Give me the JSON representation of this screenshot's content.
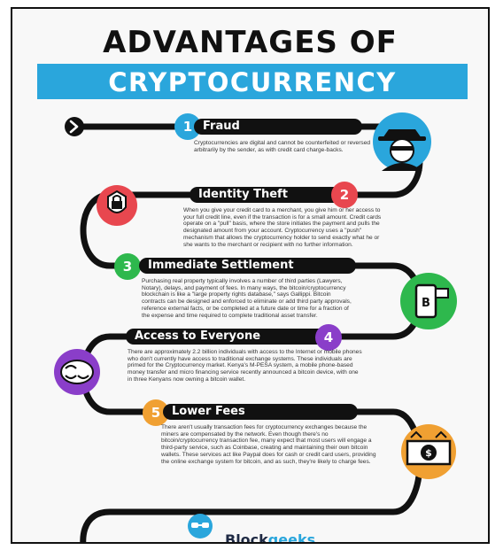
{
  "title": {
    "line1": "ADVANTAGES OF",
    "line2": "CRYPTOCURRENCY"
  },
  "items": [
    {
      "number": "1",
      "heading": "Fraud",
      "body": "Cryptocurrencies are digital and cannot be counterfeited or reversed arbitrarily by the sender, as with credit card charge-backs.",
      "icon": "hacker-icon",
      "color": "#2aa6dc"
    },
    {
      "number": "2",
      "heading": "Identity Theft",
      "body": "When you give your credit card to a merchant, you give him or her access to your full credit line, even if the transaction is for a small amount. Credit cards operate on a \"pull\" basis, where the store initiates the payment and pulls the designated amount from your account. Cryptocurrency uses a \"push\" mechanism that allows the cryptocurrency holder to send exactly what he or she wants to the merchant or recipient with no further information.",
      "icon": "identity-lock-icon",
      "color": "#e8474f"
    },
    {
      "number": "3",
      "heading": "Immediate Settlement",
      "body": "Purchasing real property typically involves a number of third parties (Lawyers, Notary), delays, and payment of fees. In many ways, the bitcoin/cryptocurrency blockchain is like a \"large property rights database,\" says Gallippi. Bitcoin contracts can be designed and enforced to eliminate or add third party approvals, reference external facts, or be completed at a future date or time for a fraction of the expense and time required to complete traditional asset transfer.",
      "icon": "mobile-bitcoin-icon",
      "color": "#2eb84d"
    },
    {
      "number": "4",
      "heading": "Access to Everyone",
      "body": "There are approximately 2.2 billion individuals with access to the Internet or mobile phones who don't currently have access to traditional exchange systems. These individuals are primed for the Cryptocurrency market. Kenya's M-PESA system, a mobile phone-based money transfer and micro financing service recently announced a bitcoin device, with one in three Kenyans now owning a bitcoin wallet.",
      "icon": "people-exchange-icon",
      "color": "#8a3ec9"
    },
    {
      "number": "5",
      "heading": "Lower Fees",
      "body": "There aren't usually transaction fees for cryptocurrency exchanges because the miners are compensated by the network. Even though there's no bitcoin/cryptocurrency transaction fee, many expect that most users will engage a third-party service, such as Coinbase, creating and maintaining their own bitcoin wallets. These services act like Paypal does for cash or credit card users, providing the online exchange system for bitcoin, and as such, they're likely to charge fees.",
      "icon": "dollar-money-icon",
      "color": "#f0a032"
    }
  ],
  "brand": {
    "name_a": "Block",
    "name_b": "geeks"
  }
}
